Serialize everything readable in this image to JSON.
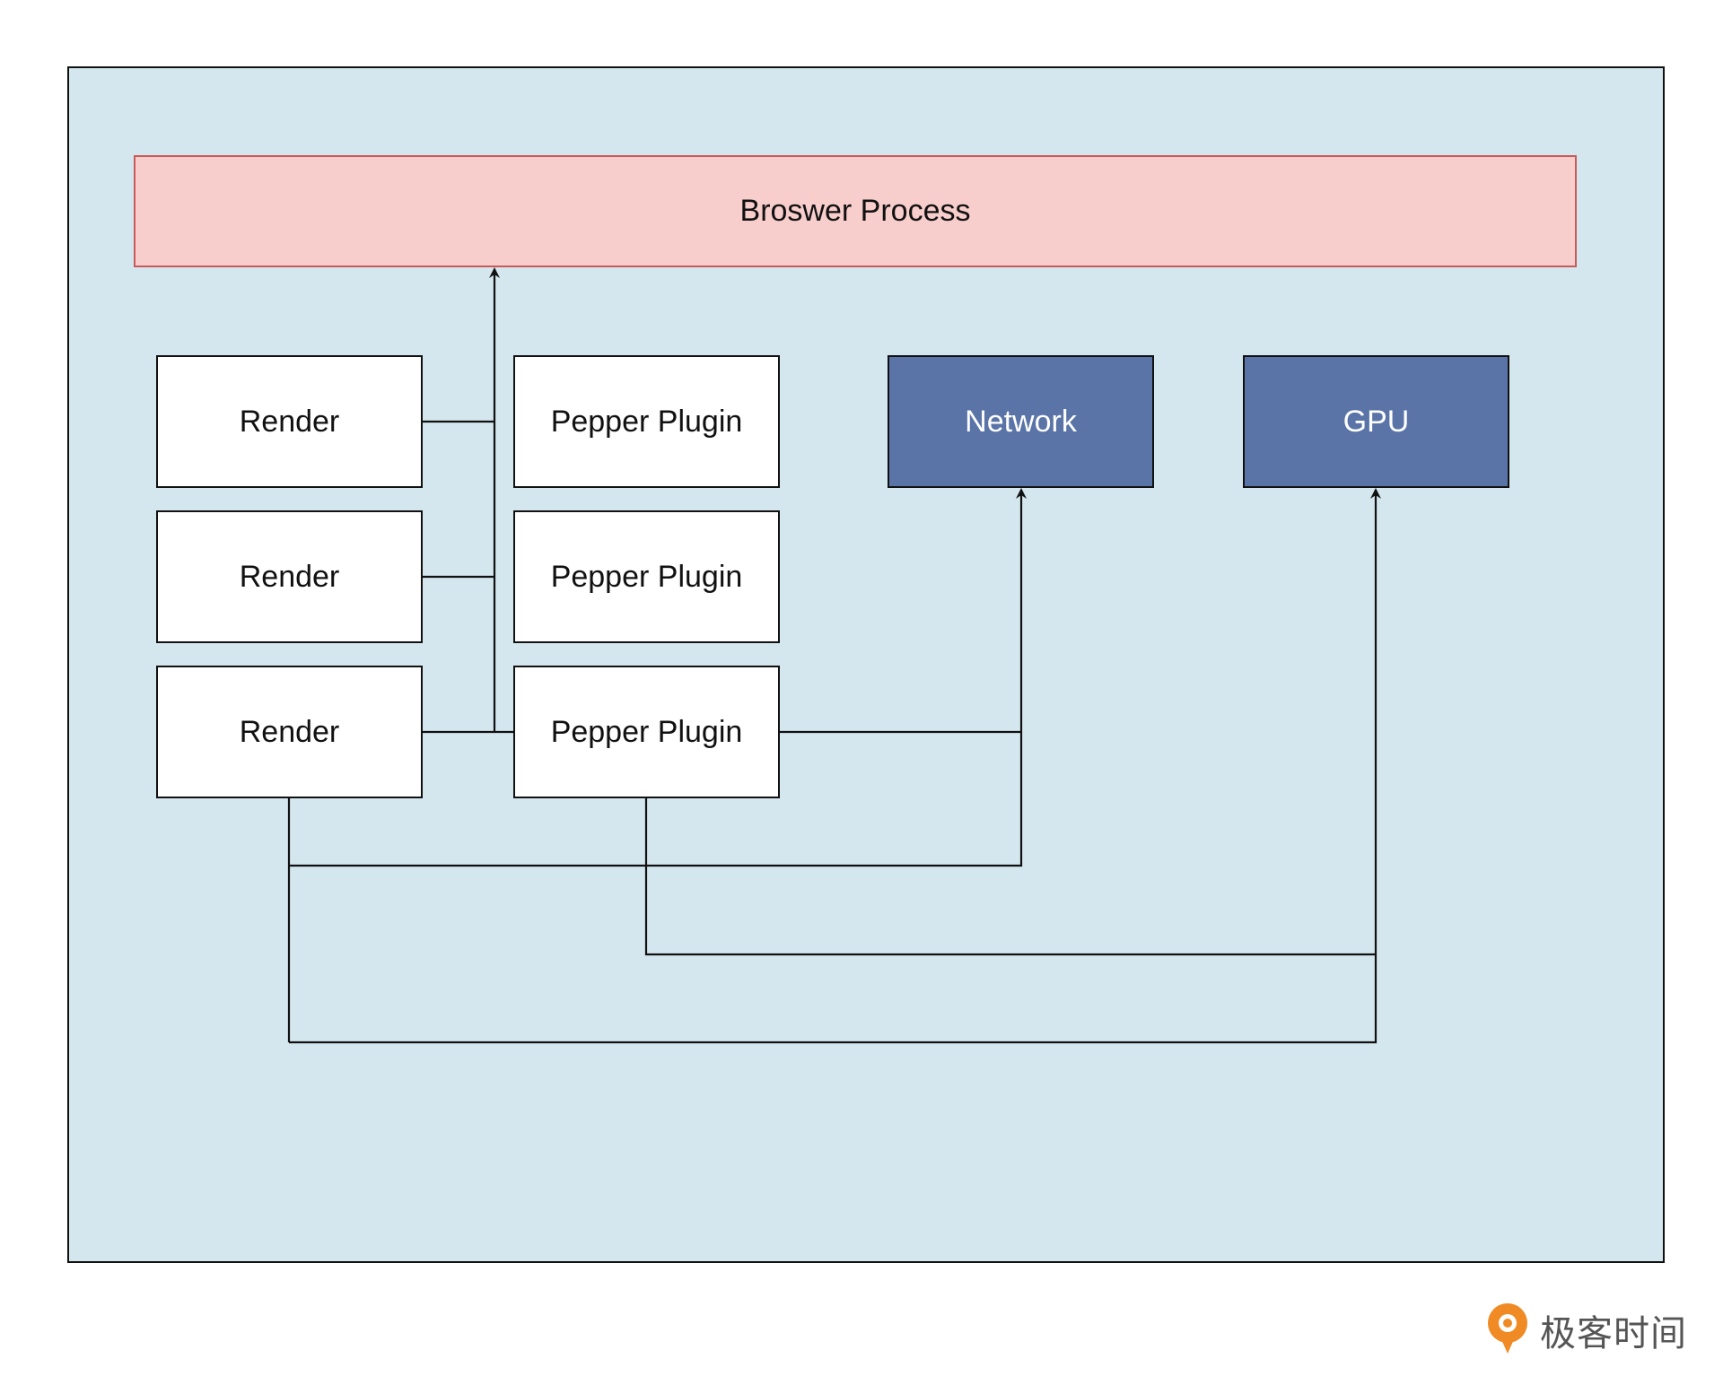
{
  "diagram": {
    "browser_process": "Broswer Process",
    "renders": [
      "Render",
      "Render",
      "Render"
    ],
    "plugins": [
      "Pepper Plugin",
      "Pepper Plugin",
      "Pepper Plugin"
    ],
    "network": "Network",
    "gpu": "GPU"
  },
  "colors": {
    "container_bg": "#d4e6ee",
    "browser_bg": "#f8cecc",
    "browser_border": "#c85a5a",
    "service_bg": "#5a74a8",
    "logo_orange": "#f08a24"
  },
  "logo": {
    "text": "极客时间",
    "icon": "geektime-logo-icon"
  }
}
